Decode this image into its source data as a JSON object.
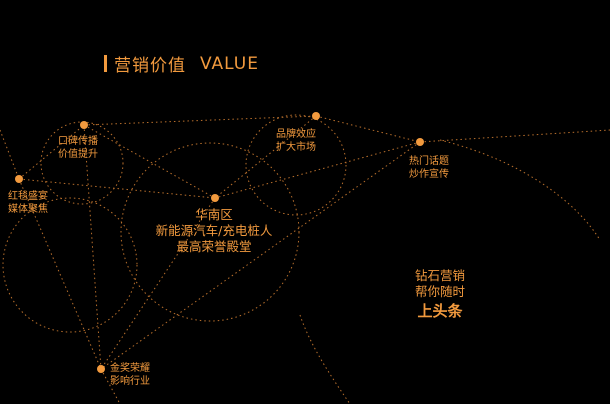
{
  "title": {
    "cn": "营销价值",
    "en": "VALUE"
  },
  "nodes": {
    "koubei": [
      "口碑传播",
      "价值提升"
    ],
    "pinpai": [
      "品牌效应",
      "扩大市场"
    ],
    "redian": [
      "热门话题",
      "炒作宣传"
    ],
    "hongtan": [
      "红毯盛宴",
      "媒体聚焦"
    ],
    "center": [
      "华南区",
      "新能源汽车/充电桩人",
      "最高荣誉殿堂"
    ],
    "jinjiang": [
      "金奖荣耀",
      "影响行业"
    ]
  },
  "slogan": {
    "line1": "钻石营销",
    "line2": "帮你随时",
    "line3": "上头条"
  },
  "colors": {
    "accent": "#f29a3e",
    "line": "#c9782f",
    "background": "#000000"
  }
}
